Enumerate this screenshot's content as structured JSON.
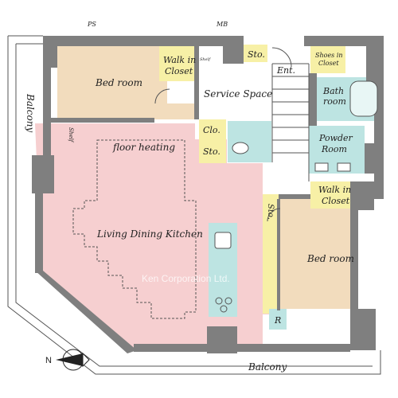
{
  "title": "Floor plan",
  "labels": {
    "ps": "PS",
    "mb": "MB",
    "balcony_left": "Balcony",
    "balcony_bottom": "Balcony",
    "bedroom_top": "Bed room",
    "walkin_top_line1": "Walk in",
    "walkin_top_line2": "Closet",
    "shelf_small": "Shelf",
    "sto_top": "Sto.",
    "service_space": "Service Space",
    "ent": "Ent.",
    "shoes_line1": "Shoes in",
    "shoes_line2": "Closet",
    "bath_line1": "Bath",
    "bath_line2": "room",
    "clo": "Clo.",
    "sto_mid": "Sto.",
    "shelf_left": "Shelf",
    "floor_heating": "floor heating",
    "powder_line1": "Powder",
    "powder_line2": "Room",
    "walkin_right_line1": "Walk in",
    "walkin_right_line2": "Closet",
    "sto_vertical": "Sto.",
    "ldk": "Living Dining Kitchen",
    "bedroom_right": "Bed room",
    "r": "R",
    "watermark": "Ken Corporation Ltd.",
    "compass_n": "N"
  },
  "colors": {
    "living": "#f6cfd0",
    "bedroom": "#f2dcbd",
    "storage": "#f7f0a6",
    "wet": "#bde4e2",
    "service": "#ffffff",
    "wall": "#7f7f7f"
  }
}
